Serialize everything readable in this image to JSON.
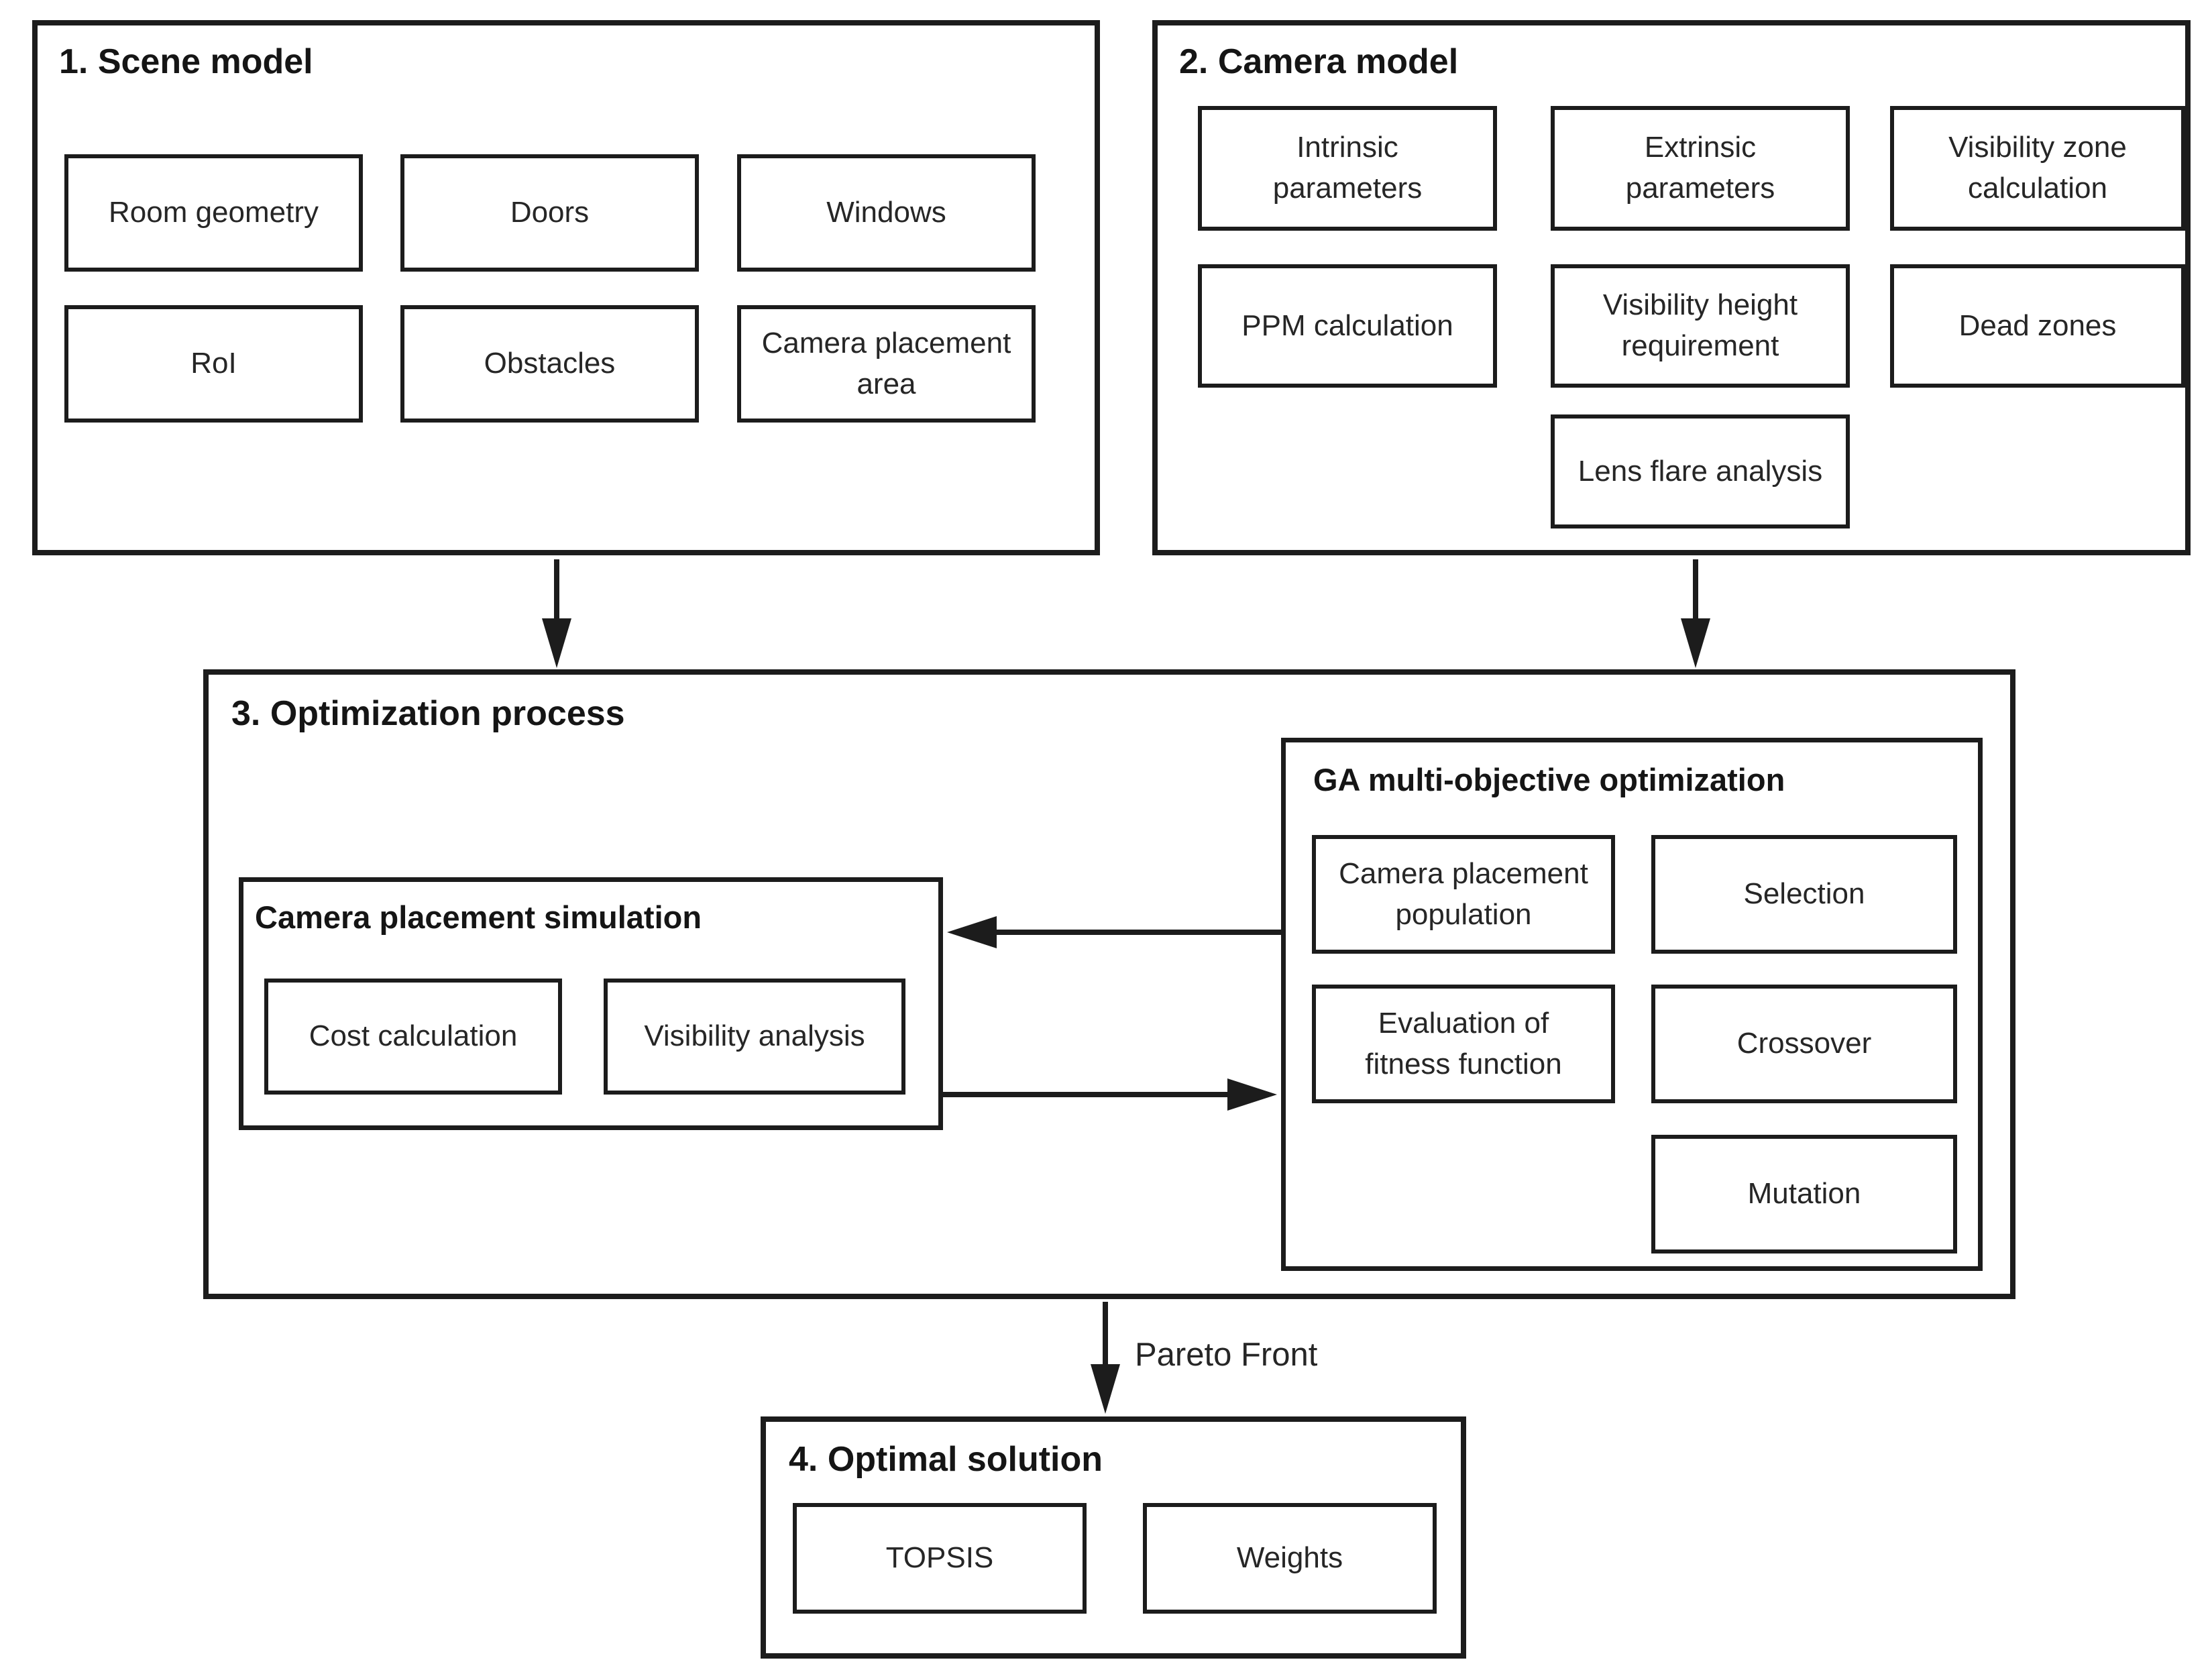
{
  "page": {
    "background": "#ffffff",
    "line_color": "#1c1c1c",
    "text_color": "#262626"
  },
  "sections": {
    "scene_model": {
      "title": "1. Scene model",
      "items": [
        "Room geometry",
        "Doors",
        "Windows",
        "RoI",
        "Obstacles",
        "Camera placement\narea"
      ]
    },
    "camera_model": {
      "title": "2. Camera model",
      "items": [
        "Intrinsic\nparameters",
        "Extrinsic\nparameters",
        "Visibility zone\ncalculation",
        "PPM calculation",
        "Visibility height\nrequirement",
        "Dead zones",
        "Lens flare analysis"
      ]
    },
    "optimization": {
      "title": "3. Optimization process",
      "simulation": {
        "title": "Camera placement simulation",
        "items": [
          "Cost calculation",
          "Visibility analysis"
        ]
      },
      "ga": {
        "title": "GA multi-objective optimization",
        "items": [
          "Camera placement\npopulation",
          "Selection",
          "Evaluation of\nfitness function",
          "Crossover",
          "Mutation"
        ]
      }
    },
    "optimal": {
      "title": "4. Optimal solution",
      "items": [
        "TOPSIS",
        "Weights"
      ]
    },
    "pareto_label": "Pareto Front"
  }
}
